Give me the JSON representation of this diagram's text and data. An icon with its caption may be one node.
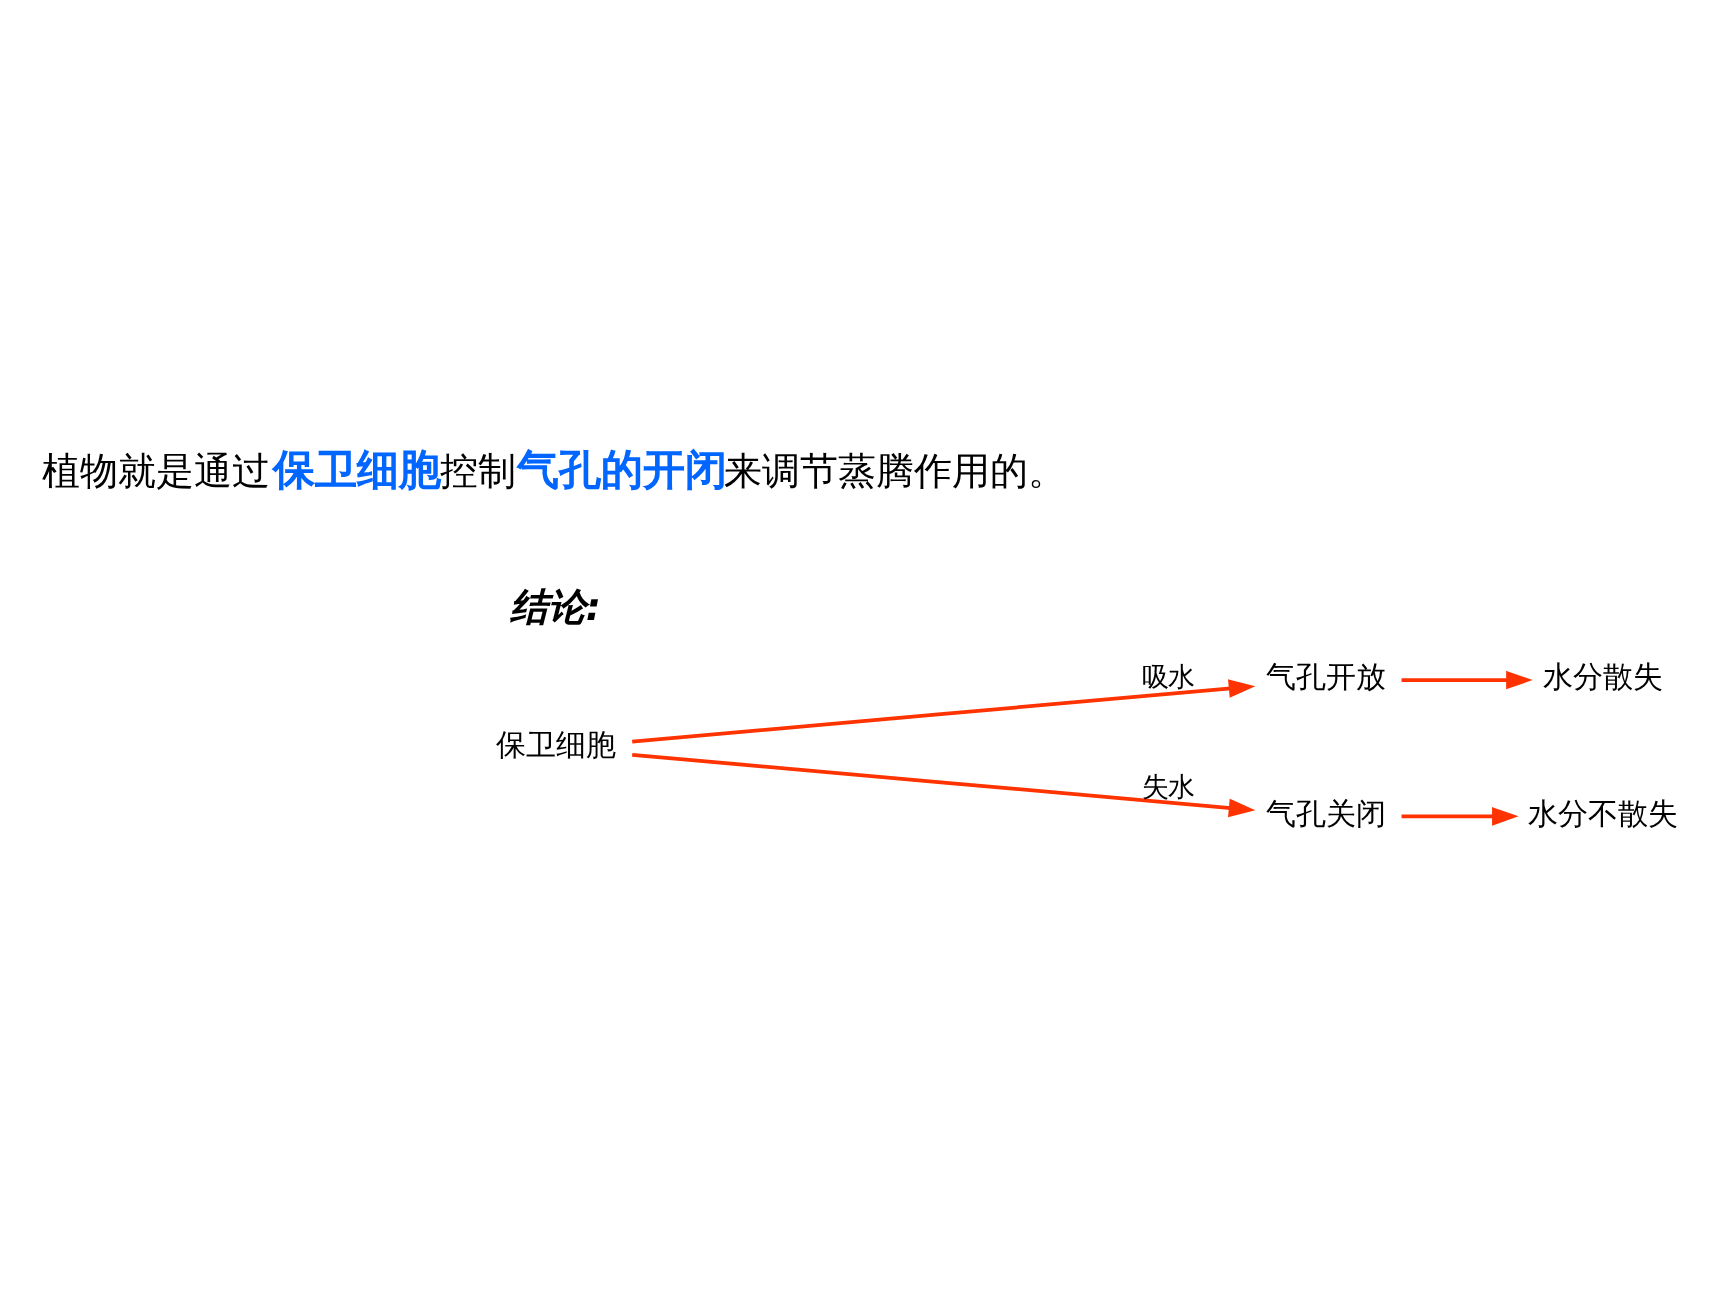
{
  "diagram": {
    "nodes": [
      {
        "text": [
          "保卫细胞"
        ]
      },
      {
        "text": [
          "气孔开放"
        ]
      },
      {
        "text": [
          "水分散失"
        ]
      },
      {
        "text": [
          "气孔关闭"
        ]
      },
      {
        "text": [
          "水分不散失"
        ]
      }
    ],
    "edges": [
      {
        "from": 0,
        "to": 1,
        "arrow": "to",
        "label": "吸水"
      },
      {
        "from": 0,
        "to": 3,
        "arrow": "to",
        "label": "失水"
      },
      {
        "from": 1,
        "to": 2,
        "arrow": "to"
      },
      {
        "from": 3,
        "to": 4,
        "arrow": "to"
      }
    ],
    "labels": [
      "结论:",
      "植物就是通过**保卫细胞**控制**气孔的开闭**来调节蒸腾作用的。"
    ]
  }
}
